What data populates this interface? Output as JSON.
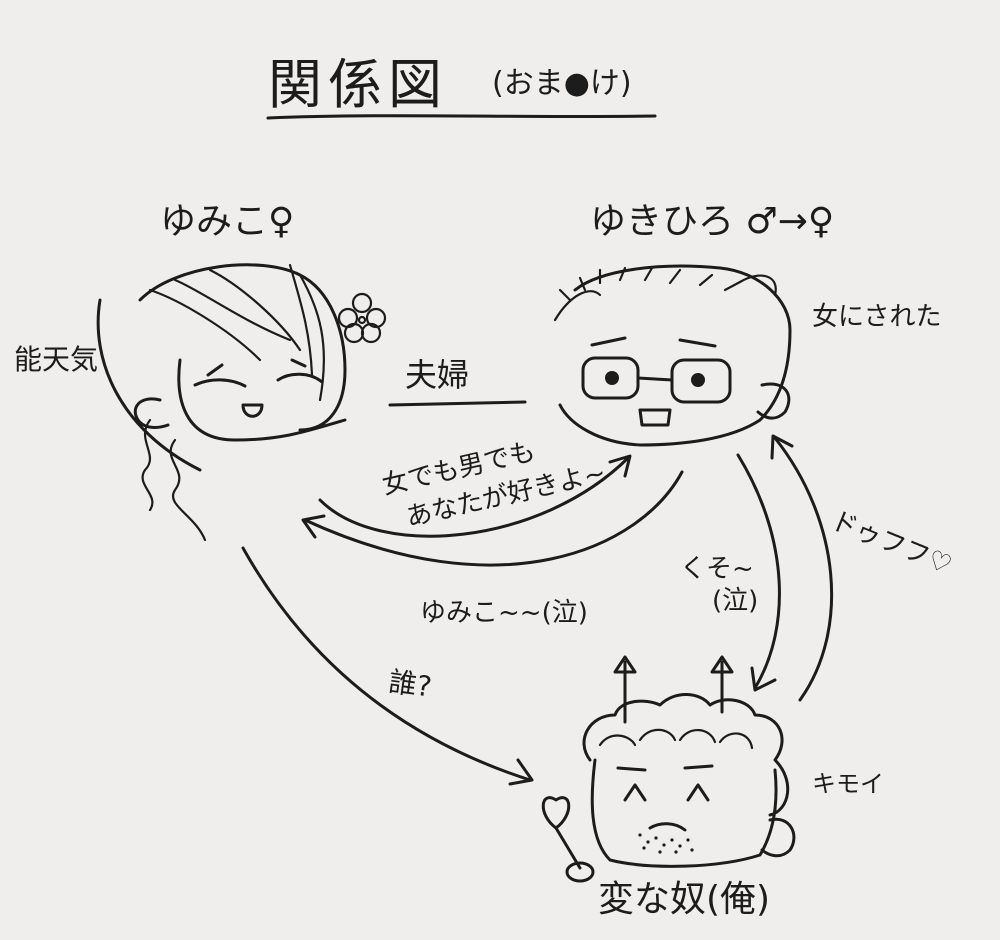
{
  "title": "関係図",
  "title_note": "(おま●け)",
  "characters": {
    "yumiko": {
      "name": "ゆみこ♀",
      "side_note": "能天気"
    },
    "yukihiro": {
      "name": "ゆきひろ ♂→♀",
      "side_note": "女にされた"
    },
    "henna_yatsu": {
      "name": "変な奴(俺)",
      "side_note": "キモイ"
    }
  },
  "relations": {
    "couple": "夫婦",
    "yumiko_to_yukihiro": "女でも男でも",
    "yumiko_to_yukihiro_2": "あなたが好きよ~",
    "yukihiro_to_yumiko": "ゆみこ~~(泣)",
    "yumiko_to_henna": "誰?",
    "yukihiro_to_henna": "くそ~",
    "yukihiro_to_henna_2": "(泣)",
    "henna_to_yukihiro": "ドゥフフ♡"
  }
}
